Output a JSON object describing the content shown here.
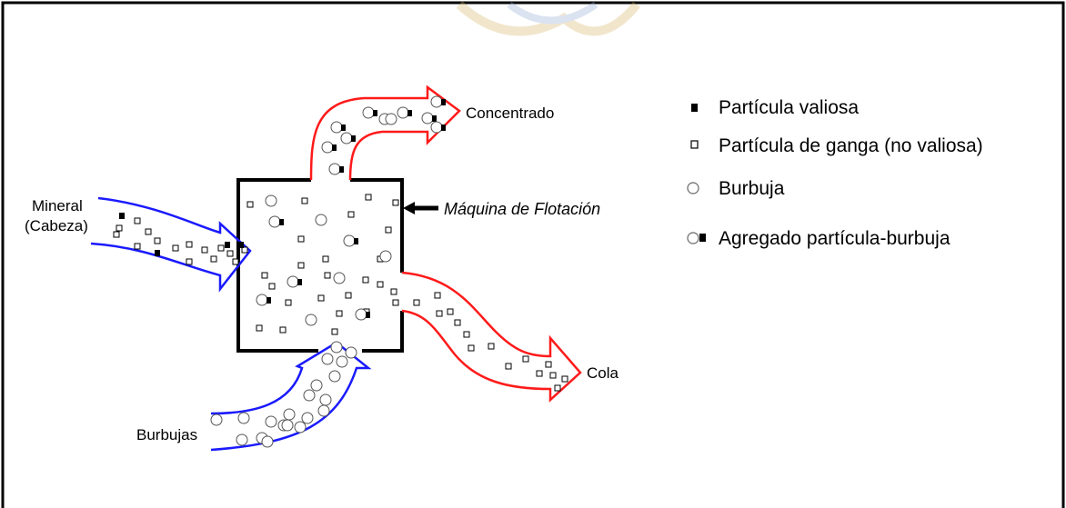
{
  "labels": {
    "mineral": "Mineral",
    "cabeza": "(Cabeza)",
    "burbujas": "Burbujas",
    "concentrado": "Concentrado",
    "cola": "Cola",
    "maquina": "Máquina de Flotación"
  },
  "legend": [
    {
      "symbol": "valuable-particle",
      "label": "Partícula valiosa"
    },
    {
      "symbol": "gangue-particle",
      "label": "Partícula de ganga (no valiosa)"
    },
    {
      "symbol": "bubble",
      "label": "Burbuja"
    },
    {
      "symbol": "aggregate",
      "label": "Agregado partícula-burbuja"
    }
  ],
  "colors": {
    "feed_arrow": "#1a1aff",
    "product_arrow": "#ff1a1a",
    "tank": "#000000",
    "border": "#000000",
    "watermark": "#e9d7a8"
  }
}
